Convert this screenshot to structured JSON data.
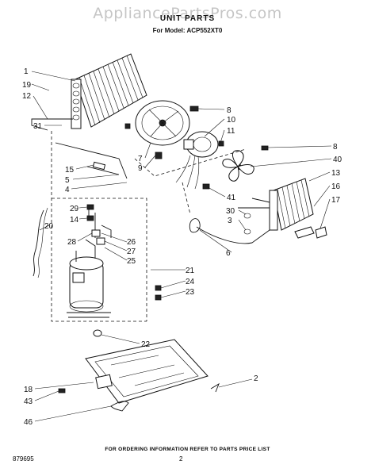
{
  "header": {
    "watermark": "AppliancePartsPros.com",
    "title": "UNIT PARTS",
    "model": "For Model: ACP552XT0"
  },
  "footer": {
    "ordering_note": "FOR ORDERING INFORMATION REFER TO PARTS PRICE LIST",
    "doc_number": "879695",
    "page_number": "2"
  },
  "callouts": [
    "1",
    "19",
    "12",
    "31",
    "15",
    "5",
    "4",
    "20",
    "29",
    "14",
    "28",
    "26",
    "27",
    "25",
    "21",
    "24",
    "23",
    "22",
    "18",
    "43",
    "46",
    "2",
    "8",
    "10",
    "11",
    "7",
    "9",
    "8",
    "40",
    "13",
    "16",
    "17",
    "41",
    "30",
    "3",
    "6"
  ]
}
